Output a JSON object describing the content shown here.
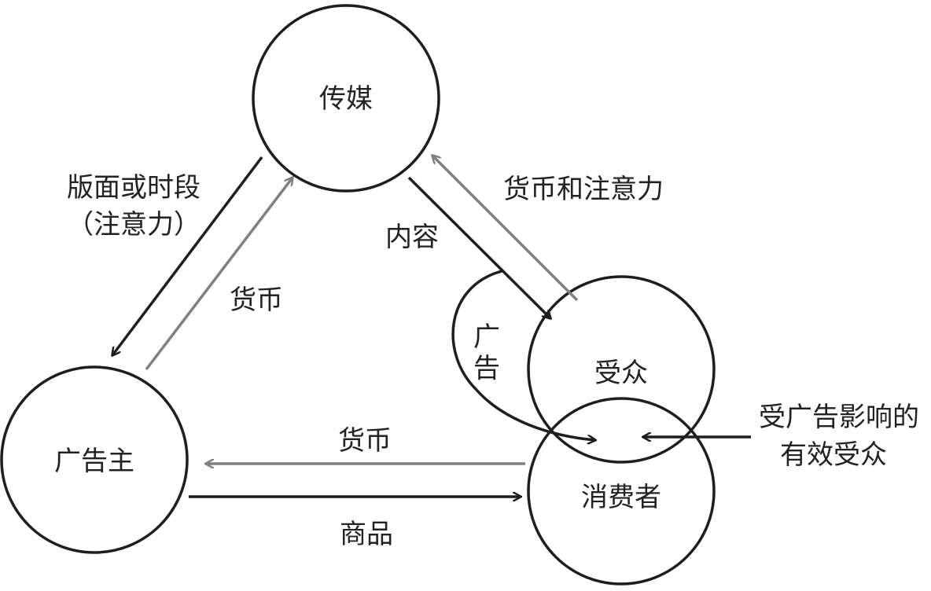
{
  "nodes": {
    "media": "传媒",
    "advertiser": "广告主",
    "audience": "受众",
    "consumer": "消费者"
  },
  "edges": {
    "media_to_advertiser_line1": "版面或时段",
    "media_to_advertiser_line2": "（注意力）",
    "advertiser_to_media": "货币",
    "media_to_audience": "内容",
    "audience_to_media": "货币和注意力",
    "consumer_to_advertiser": "货币",
    "advertiser_to_consumer": "商品",
    "advertising_char1": "广",
    "advertising_char2": "告"
  },
  "annotation": {
    "line1": "受广告影响的",
    "line2": "有效受众"
  },
  "colors": {
    "dark": "#1e1e1e",
    "gray": "#808080"
  }
}
